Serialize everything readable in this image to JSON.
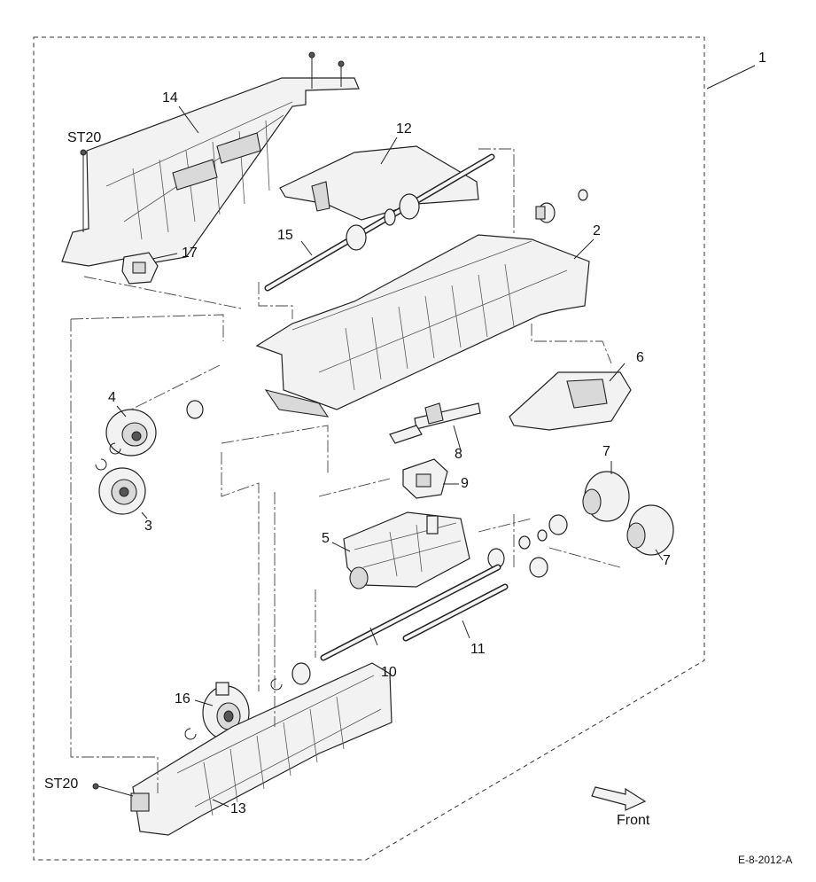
{
  "callouts": {
    "c1": "1",
    "c2": "2",
    "c3": "3",
    "c4": "4",
    "c5": "5",
    "c6": "6",
    "c7a": "7",
    "c7b": "7",
    "c8": "8",
    "c9": "9",
    "c10": "10",
    "c11": "11",
    "c12": "12",
    "c13": "13",
    "c14": "14",
    "c15": "15",
    "c16": "16",
    "c17": "17",
    "st20_top": "ST20",
    "st20_bottom": "ST20"
  },
  "front_label": "Front",
  "figure_id": "E-8-2012-A"
}
